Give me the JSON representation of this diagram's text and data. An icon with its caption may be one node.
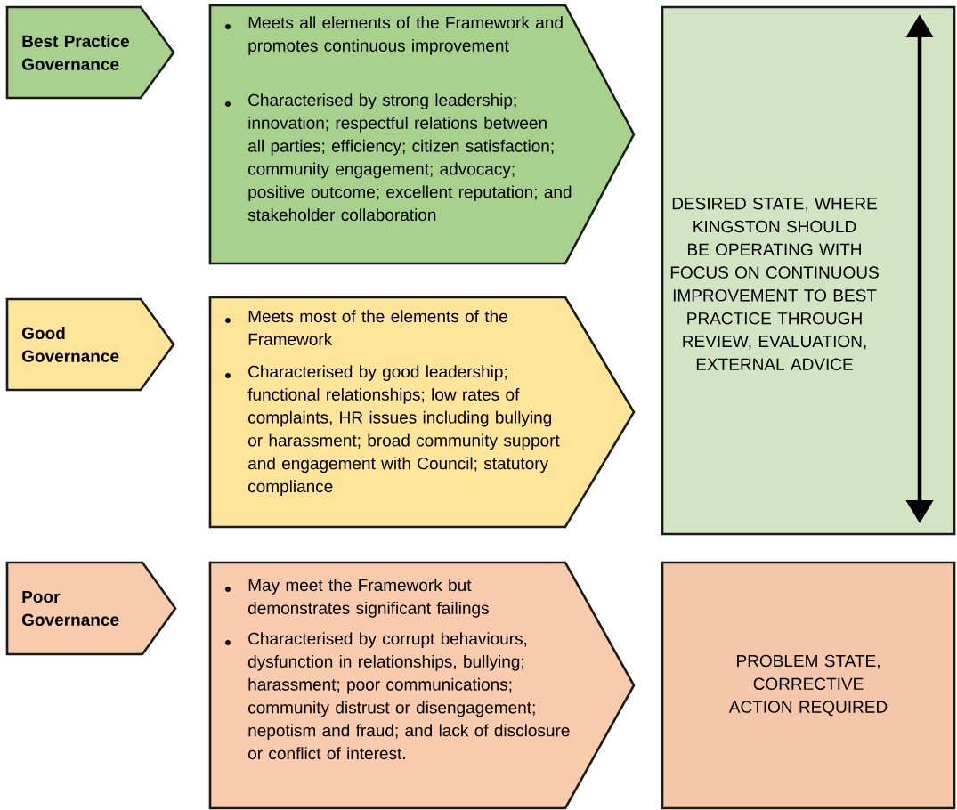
{
  "diagram": {
    "nodes": [
      {
        "text": [
          "Best Practice Governance"
        ]
      },
      {
        "text": [
          "Meets all elements of the Framework and promotes continuous improvement",
          "Characterised by strong leadership; innovation; respectful relations between all parties; efficiency; citizen satisfaction; community engagement; advocacy; positive outcome; excellent reputation; and stakeholder collaboration"
        ]
      },
      {
        "text": [
          "Good Governance"
        ]
      },
      {
        "text": [
          "Meets most of the elements of the Framework",
          "Characterised by good leadership; functional relationships; low rates of complaints, HR issues including bullying or harassment; broad community support and engagement with Council; statutory compliance"
        ]
      },
      {
        "text": [
          "Poor Governance"
        ]
      },
      {
        "text": [
          "May meet the Framework but demonstrates significant failings",
          "Characterised by corrupt behaviours, dysfunction in relationships, bullying; harassment; poor communications; community distrust or disengagement; nepotism and fraud; and lack of disclosure or conflict of interest."
        ]
      },
      {
        "text": [
          "DESIRED STATE, WHERE KINGSTON SHOULD BE OPERATING WITH FOCUS ON CONTINUOUS IMPROVEMENT TO BEST PRACTICE THROUGH REVIEW, EVALUATION, EXTERNAL ADVICE"
        ]
      },
      {
        "text": [
          "PROBLEM STATE, CORRECTIVE ACTION REQUIRED"
        ]
      }
    ],
    "edges": []
  }
}
